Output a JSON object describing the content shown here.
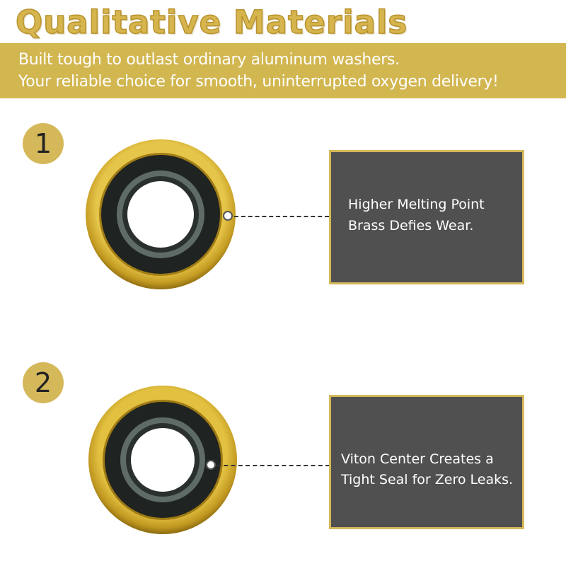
{
  "title": "Qualitative Materials",
  "banner": {
    "line1": "Built tough to outlast ordinary aluminum washers.",
    "line2": "Your reliable choice for smooth, uninterrupted oxygen delivery!"
  },
  "features": [
    {
      "number": "1",
      "text_line1": "Higher Melting Point",
      "text_line2": "Brass Defies Wear."
    },
    {
      "number": "2",
      "text_line1": "Viton Center Creates a",
      "text_line2": "Tight Seal for Zero Leaks."
    }
  ],
  "colors": {
    "gold": "#d4b85a",
    "banner": "#d2b650",
    "callout_bg": "#505050",
    "brass": "#c8a52a",
    "rubber_dark": "#1f2321",
    "rubber_grey": "#5f6b67"
  }
}
